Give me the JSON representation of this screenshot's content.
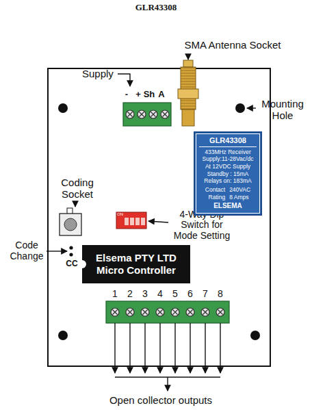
{
  "diagram": {
    "title": "GLR43308",
    "nodes": [
      {
        "text": [
          "GLR43308",
          "433MHz Receiver",
          "Supply:11-28Vac/dc",
          "At 12VDC Supply",
          "Standby : 15mA",
          "Relays on: 183mA",
          "Contact",
          "240VAC",
          "Rating",
          "8 Amps",
          "ELSEMA"
        ]
      },
      {
        "text": [
          "Elsema PTY LTD Micro Controller"
        ]
      }
    ],
    "labels": [
      "SMA Antenna Socket",
      "Supply",
      "-",
      "+",
      "Sh",
      "A",
      "Mounting Hole",
      "Coding Socket",
      "ON",
      "4-Way Dip Switch for Mode Setting",
      "Code Change",
      "CC",
      "1",
      "2",
      "3",
      "4",
      "5",
      "6",
      "7",
      "8",
      "Open collector outputs"
    ]
  }
}
